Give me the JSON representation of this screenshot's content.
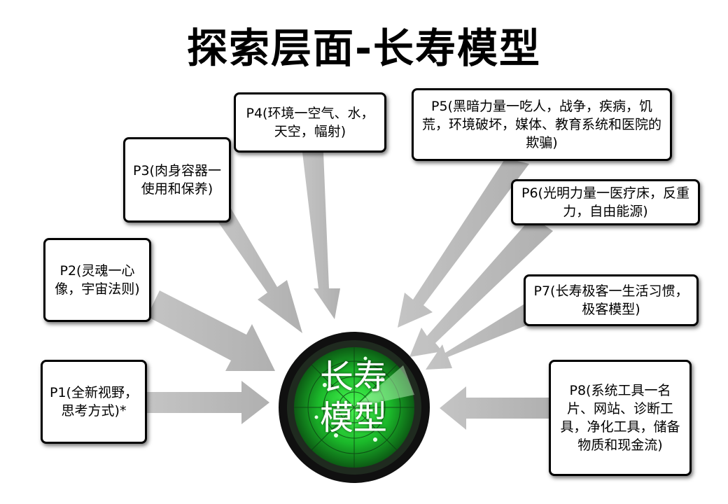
{
  "title": "探索层面-长寿模型",
  "center": {
    "line1": "长寿",
    "line2": "模型"
  },
  "boxes": {
    "p1": "P1(全新视野，思考方式)*",
    "p2": "P2(灵魂一心像，宇宙法则)",
    "p3": "P3(肉身容器一使用和保养)",
    "p4": "P4(环境一空气、水，天空，幅射)",
    "p5": "P5(黑暗力量一吃人，战争，疾病，饥荒，环境破坏，媒体、教育系统和医院的欺骗)",
    "p6": "P6(光明力量一医疗床，反重力，自由能源)",
    "p7": "P7(长寿极客一生活习惯，极客模型)",
    "p8": "P8(系统工具一名片、网站、诊断工具，净化工具，储备物质和现金流)"
  },
  "colors": {
    "arrow": "#bdbdbd",
    "radar_green": "#27c93a",
    "radar_dark": "#0a3d10"
  }
}
